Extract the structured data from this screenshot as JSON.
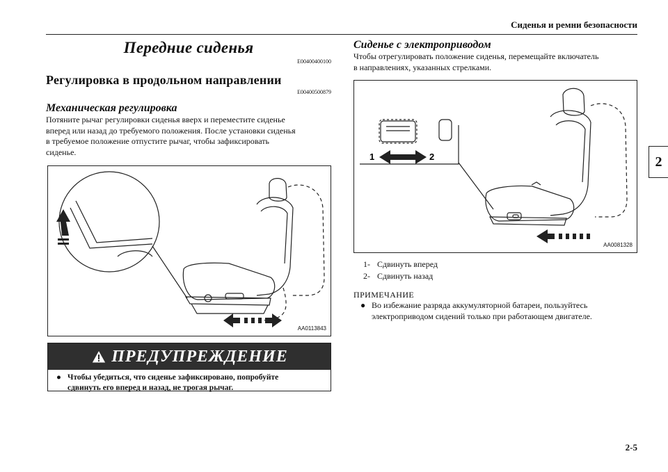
{
  "header": {
    "running_title": "Сиденья и ремни безопасности",
    "chapter": "2"
  },
  "left": {
    "section_title": "Передние сиденья",
    "section_code": "E00400400100",
    "subsection_title": "Регулировка в продольном направлении",
    "subsection_code": "E00400500879",
    "manual_title": "Механическая регулировка",
    "manual_lines": [
      "Потяните рычаг регулировки сиденья вверх и переместите сиденье",
      "вперед или назад до требуемого положения. После установки сиденья",
      "в требуемое положение отпустите рычаг, чтобы зафиксировать",
      "сиденье."
    ],
    "figure_id": "AA0113843"
  },
  "warning": {
    "title": "ПРЕДУПРЕЖДЕНИЕ",
    "icon": "warning-triangle-icon",
    "bullet": "●",
    "lines": [
      "Чтобы убедиться, что сиденье зафиксировано, попробуйте",
      "сдвинуть его вперед и назад, не трогая рычаг."
    ]
  },
  "right": {
    "power_title": "Сиденье с электроприводом",
    "power_lines": [
      "Чтобы отрегулировать положение сиденья, перемещайте включатель",
      "в направлениях, указанных стрелками."
    ],
    "figure_id": "AA0081328",
    "figure_label_1": "1",
    "figure_label_2": "2",
    "list": [
      {
        "num": "1-",
        "text": "Сдвинуть вперед"
      },
      {
        "num": "2-",
        "text": "Сдвинуть назад"
      }
    ],
    "note_label": "ПРИМЕЧАНИЕ",
    "note_bullet": "●",
    "note_lines": [
      "Во избежание разряда аккумуляторной батареи, пользуйтесь",
      "электроприводом сидений только при работающем двигателе."
    ]
  },
  "footer": {
    "page_number": "2-5"
  }
}
